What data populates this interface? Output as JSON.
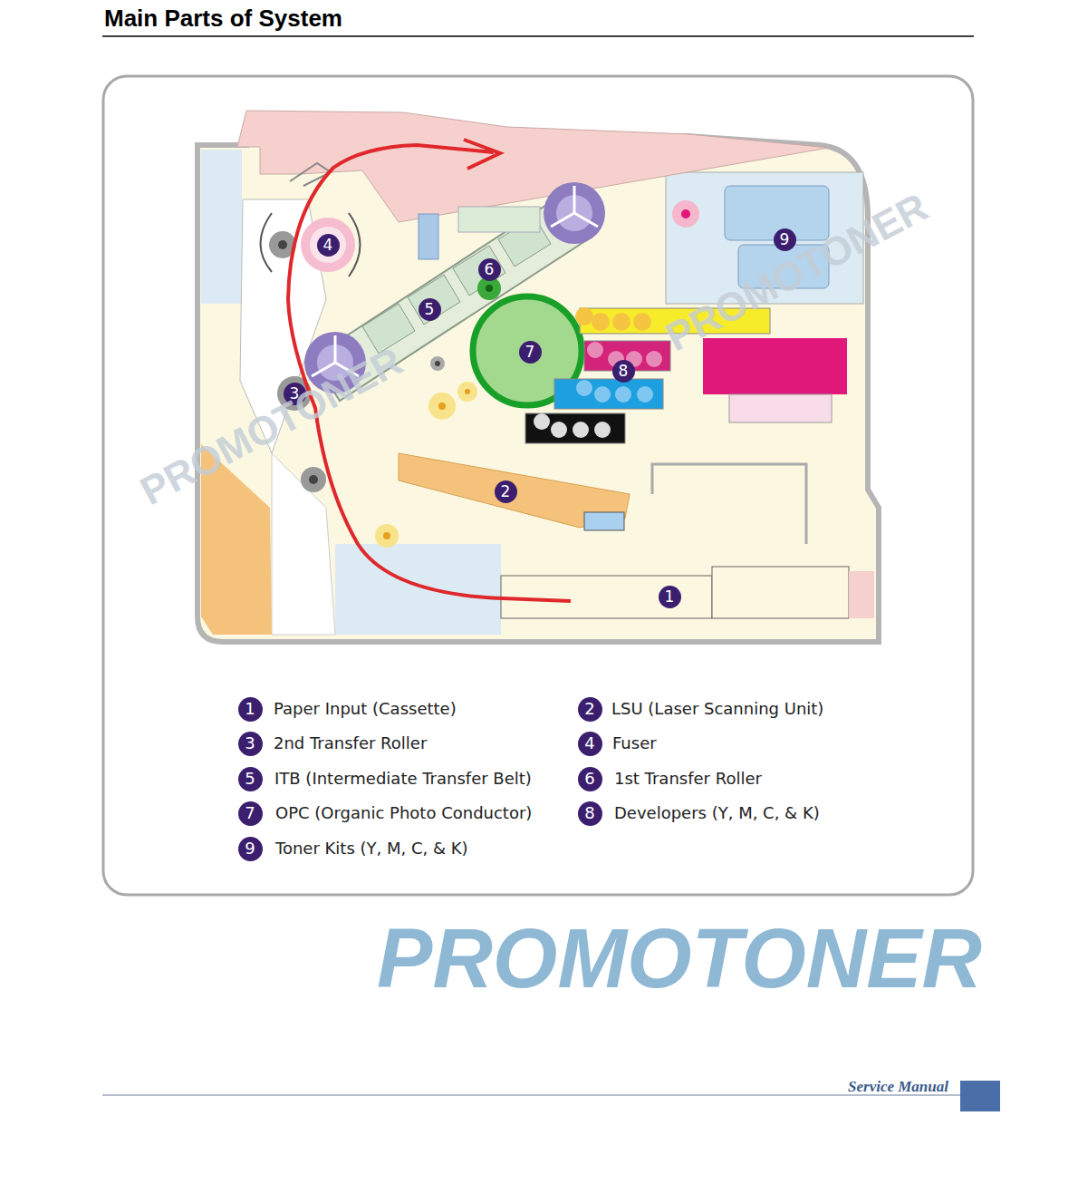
{
  "diagram": {
    "title": "Main Parts of System",
    "nodes": [
      {
        "text": [
          "9"
        ]
      },
      {
        "text": [
          "4"
        ]
      },
      {
        "text": [
          "6"
        ]
      },
      {
        "text": [
          "5"
        ]
      },
      {
        "text": [
          "7"
        ]
      },
      {
        "text": [
          "8"
        ]
      },
      {
        "text": [
          "3"
        ]
      },
      {
        "text": [
          "2"
        ]
      },
      {
        "text": [
          "1"
        ]
      },
      {
        "text": [
          "1"
        ]
      },
      {
        "text": [
          "2"
        ]
      },
      {
        "text": [
          "3"
        ]
      },
      {
        "text": [
          "4"
        ]
      },
      {
        "text": [
          "5"
        ]
      },
      {
        "text": [
          "6"
        ]
      },
      {
        "text": [
          "7"
        ]
      },
      {
        "text": [
          "8"
        ]
      },
      {
        "text": [
          "9"
        ]
      }
    ],
    "labels": [
      "Paper Input (Cassette)",
      "LSU (Laser Scanning Unit)",
      "2nd Transfer Roller",
      "Fuser",
      "ITB (Intermediate Transfer Belt)",
      "1st Transfer Roller",
      "OPC (Organic Photo Conductor)",
      "Developers (Y, M, C, & K)",
      "Toner Kits (Y, M, C, & K)",
      "PROMOTONER",
      "PROMOTONER",
      "PROMOTONER",
      "Service Manual"
    ]
  }
}
